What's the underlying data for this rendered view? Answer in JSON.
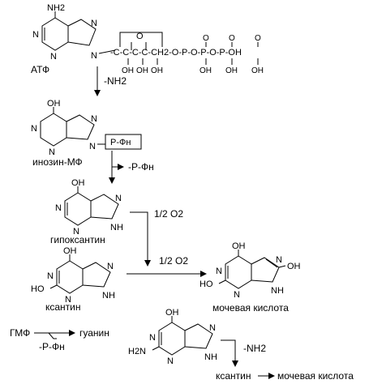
{
  "labels": {
    "atp": "АТФ",
    "imp": "инозин-МФ",
    "hypoxanthine": "гипоксантин",
    "xanthine": "ксантин",
    "uric_acid": "мочевая кислота",
    "gmp": "ГМФ",
    "guanine": "гуанин",
    "xanthine_bottom": "ксантин",
    "uric_acid_bottom": "мочевая кислота"
  },
  "reactions": {
    "deamination_atp": "-NH2",
    "phosphoribosyl_loss": "-Р-Фн",
    "oxygen_1": "1/2 O2",
    "oxygen_2": "1/2 O2",
    "gmp_loss": "-Р-Фн",
    "deamination_guanine": "-NH2"
  },
  "boxed_group": "Р-Фн",
  "atoms": {
    "amino": "NH2",
    "n": "N",
    "nh": "NH",
    "oh": "OH",
    "o": "O",
    "p": "P",
    "ho": "HO",
    "h2n": "H2N",
    "sugar_chain": "-C-C-C-C-CH2-O-P-O-P-O-P-OH",
    "sugar_ring_o": "O",
    "sugar_oh_1": "OH",
    "sugar_oh_2": "OH",
    "sugar_oh_3": "OH",
    "p_oh_1": "OH",
    "p_oh_2": "OH",
    "p_oh_3": "OH",
    "p_o_1": "O",
    "p_o_2": "O",
    "p_o_3": "O"
  }
}
